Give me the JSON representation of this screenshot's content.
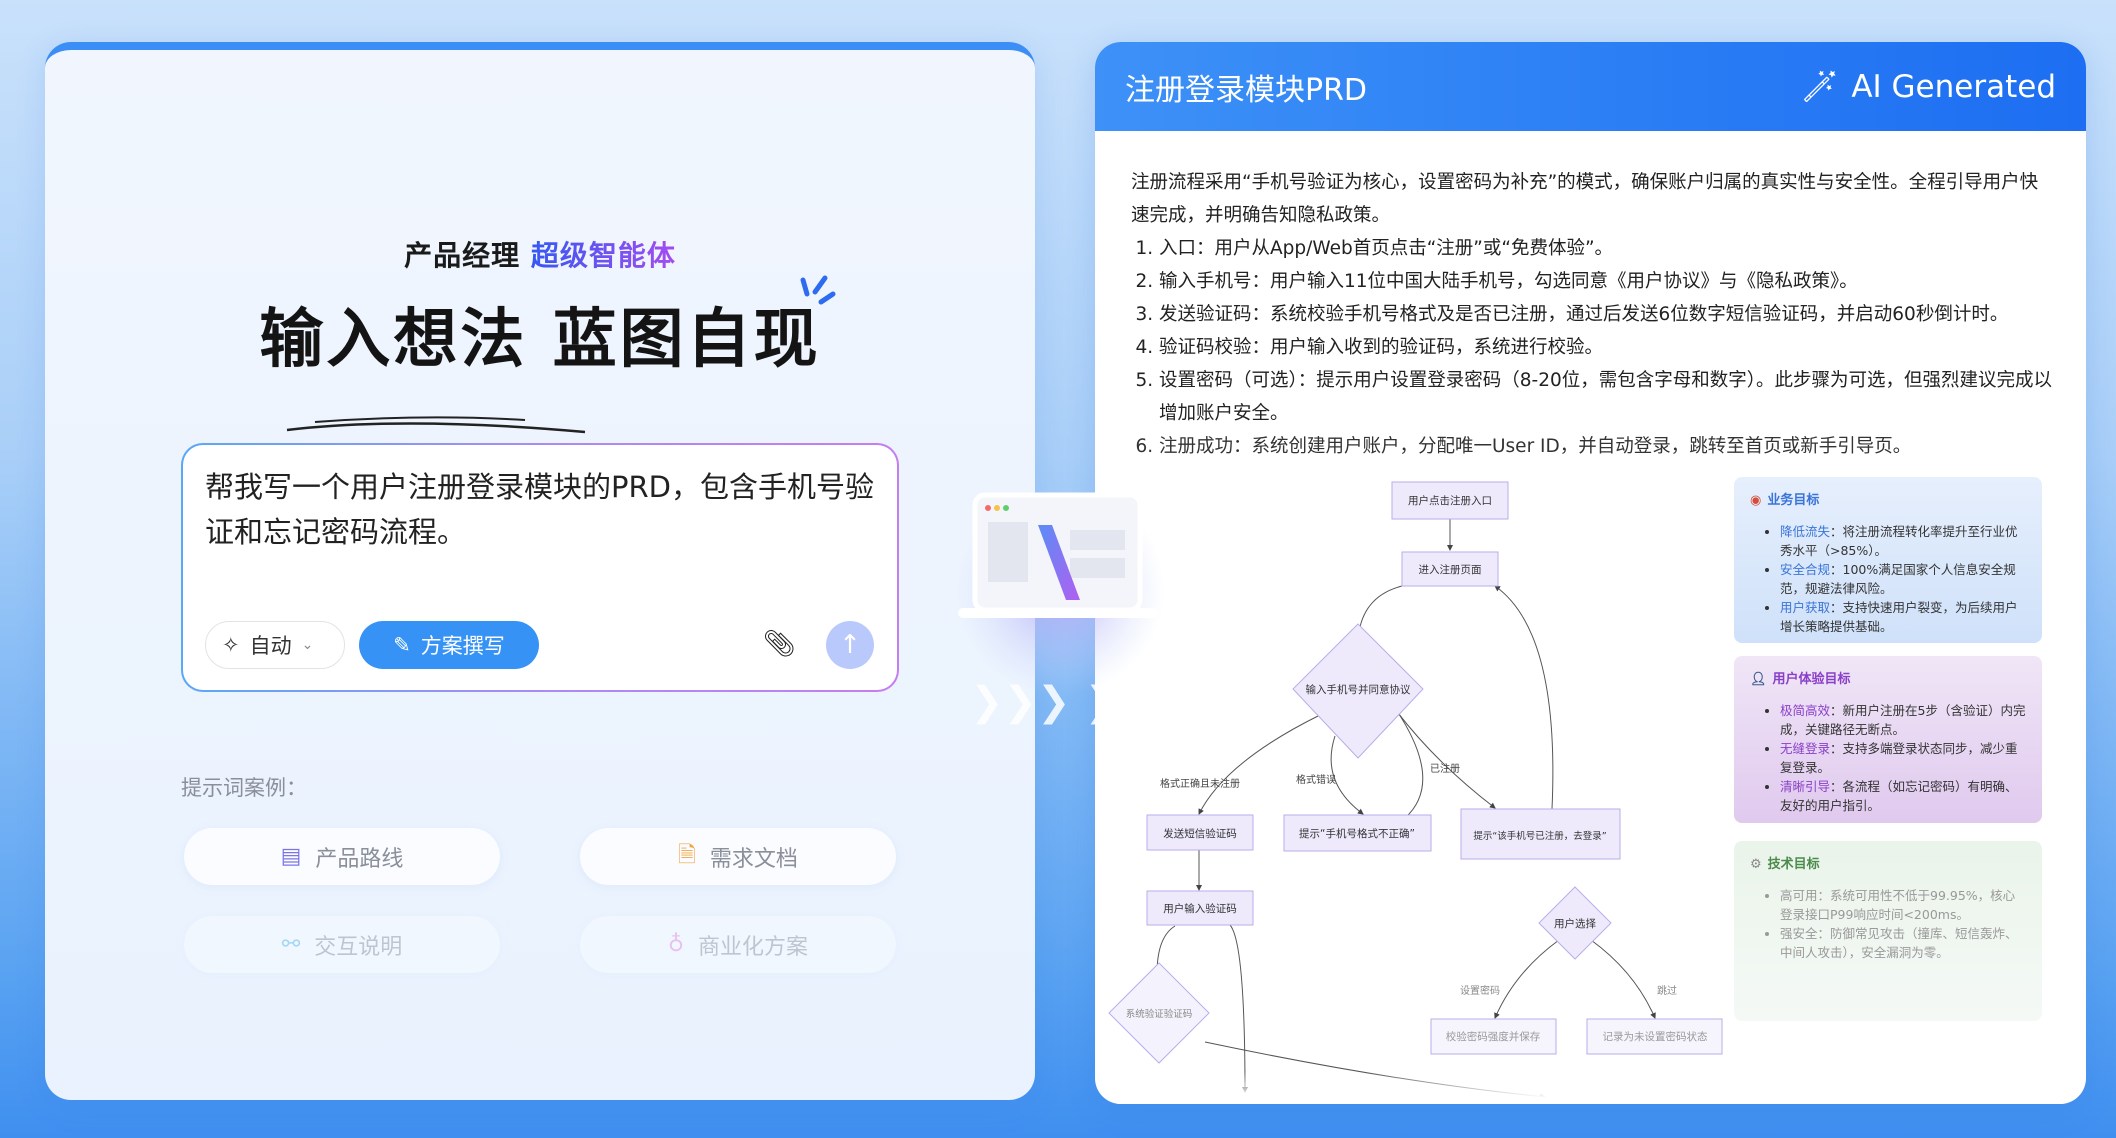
{
  "left": {
    "subtitle_plain": "产品经理",
    "subtitle_highlight": "超级智能体",
    "headline": "输入想法 蓝图自现",
    "prompt_text": "帮我写一个用户注册登录模块的PRD，包含手机号验证和忘记密码流程。",
    "mode_label": "自动",
    "write_button": "方案撰写",
    "examples_label": "提示词案例：",
    "examples": [
      {
        "label": "产品路线",
        "icon": "doc-sparkle-icon",
        "color": "#7b74e8"
      },
      {
        "label": "需求文档",
        "icon": "file-sparkle-icon",
        "color": "#f0a640"
      },
      {
        "label": "交互说明",
        "icon": "share-nodes-icon",
        "color": "#4fb6ea"
      },
      {
        "label": "商业化方案",
        "icon": "money-bag-icon",
        "color": "#e486e0"
      }
    ]
  },
  "right": {
    "title": "注册登录模块PRD",
    "badge": "AI Generated",
    "intro": "注册流程采用“手机号验证为核心，设置密码为补充”的模式，确保账户归属的真实性与安全性。全程引导用户快速完成，并明确告知隐私政策。",
    "steps": [
      "入口：用户从App/Web首页点击“注册”或“免费体验”。",
      "输入手机号：用户输入11位中国大陆手机号，勾选同意《用户协议》与《隐私政策》。",
      "发送验证码：系统校验手机号格式及是否已注册，通过后发送6位数字短信验证码，并启动60秒倒计时。",
      "验证码校验：用户输入收到的验证码，系统进行校验。",
      "设置密码（可选）：提示用户设置登录密码（8-20位，需包含字母和数字）。此步骤为可选，但强烈建议完成以增加账户安全。",
      "注册成功：系统创建用户账户，分配唯一User ID，并自动登录，跳转至首页或新手引导页。"
    ],
    "flow": {
      "nodes": {
        "entry": "用户点击注册入口",
        "page": "进入注册页面",
        "input_phone": "输入手机号并同意协议",
        "send_sms": "发送短信验证码",
        "format_error": "提示“手机号格式不正确”",
        "registered": "提示“该手机号已注册，去登录”",
        "input_code": "用户输入验证码",
        "verify_code": "系统验证验证码",
        "user_choice": "用户选择",
        "save_pwd": "校验密码强度并保存",
        "skip_pwd": "记录为未设置密码状态"
      },
      "edges": {
        "ok": "格式正确且未注册",
        "err": "格式错误",
        "reg": "已注册",
        "set": "设置密码",
        "skip": "跳过"
      }
    },
    "cards": [
      {
        "title": "业务目标",
        "icon": "target-icon",
        "items": [
          {
            "k": "降低流失",
            "v": "：将注册流程转化率提升至行业优秀水平（>85%）。"
          },
          {
            "k": "安全合规",
            "v": "：100%满足国家个人信息安全规范，规避法律风险。"
          },
          {
            "k": "用户获取",
            "v": "：支持快速用户裂变，为后续用户增长策略提供基础。"
          }
        ]
      },
      {
        "title": "用户体验目标",
        "icon": "user-icon",
        "items": [
          {
            "k": "极简高效",
            "v": "：新用户注册在5步（含验证）内完成，关键路径无断点。"
          },
          {
            "k": "无缝登录",
            "v": "：支持多端登录状态同步，减少重复登录。"
          },
          {
            "k": "清晰引导",
            "v": "：各流程（如忘记密码）有明确、友好的用户指引。"
          }
        ]
      },
      {
        "title": "技术目标",
        "icon": "gear-icon",
        "items": [
          {
            "k": "高可用",
            "v": "：系统可用性不低于99.95%，核心登录接口P99响应时间<200ms。"
          },
          {
            "k": "强安全",
            "v": "：防御常见攻击（撞库、短信轰炸、中间人攻击），安全漏洞为零。"
          }
        ]
      }
    ]
  }
}
